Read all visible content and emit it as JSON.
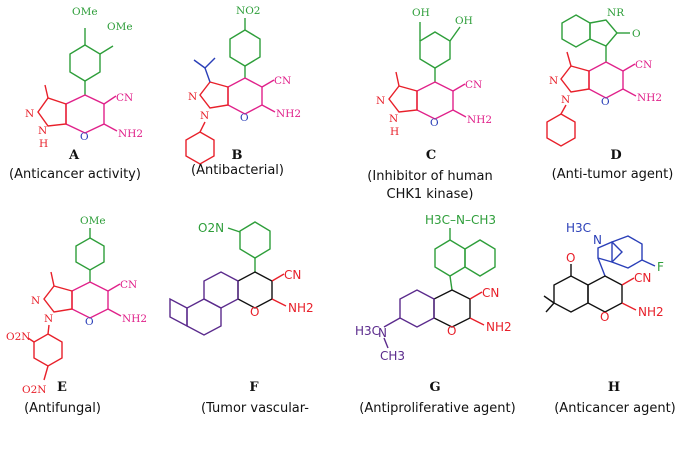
{
  "compounds": [
    {
      "letter": "A",
      "caption": "(Anticancer activity)",
      "labels": {
        "sub1": "OMe",
        "sub2": "OMe",
        "cn": "CN",
        "nh2": "NH2",
        "o": "O",
        "n1": "N",
        "n2": "N",
        "h": "H"
      }
    },
    {
      "letter": "B",
      "caption": "(Antibacterial)",
      "labels": {
        "no2": "NO2",
        "cn": "CN",
        "nh2": "NH2",
        "o": "O",
        "n1": "N",
        "n2": "N"
      }
    },
    {
      "letter": "C",
      "caption_line1": "(Inhibitor of human",
      "caption_line2": "CHK1 kinase)",
      "labels": {
        "oh1": "OH",
        "oh2": "OH",
        "cn": "CN",
        "nh2": "NH2",
        "o": "O",
        "n1": "N",
        "n2": "N",
        "h": "H"
      }
    },
    {
      "letter": "D",
      "caption": "(Anti-tumor agent)",
      "labels": {
        "nr": "NR",
        "o_top": "O",
        "cn": "CN",
        "nh2": "NH2",
        "o": "O",
        "n1": "N",
        "n2": "N"
      }
    },
    {
      "letter": "E",
      "caption": "(Antifungal)",
      "labels": {
        "ome": "OMe",
        "cn": "CN",
        "nh2": "NH2",
        "o": "O",
        "n1": "N",
        "n2": "N",
        "no2a": "O2N",
        "no2b": "O2N"
      }
    },
    {
      "letter": "F",
      "caption": "(Tumor vascular-",
      "labels": {
        "no2": "O2N",
        "cn": "CN",
        "nh2": "NH2",
        "o": "O"
      }
    },
    {
      "letter": "G",
      "caption": "(Antiproliferative agent)",
      "labels": {
        "nme2_top": "H3C–N–CH3",
        "cn": "CN",
        "nh2": "NH2",
        "o": "O",
        "n": "N",
        "h3c": "H3C",
        "ch3": "CH3"
      }
    },
    {
      "letter": "H",
      "caption": "(Anticancer agent)",
      "labels": {
        "h3c": "H3C",
        "n": "N",
        "f": "F",
        "o_top": "O",
        "cn": "CN",
        "nh2": "NH2",
        "o": "O"
      }
    }
  ],
  "colors": {
    "green": "#2e9e3a",
    "magenta": "#e0218a",
    "red": "#e8202a",
    "blue": "#2a3fb8",
    "purple": "#5a2a8c",
    "black": "#111111"
  }
}
